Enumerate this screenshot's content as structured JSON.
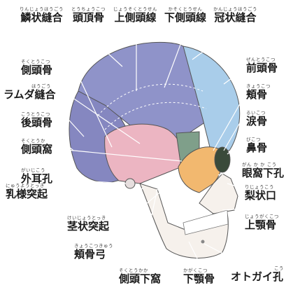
{
  "colors": {
    "parietal": "#8f93c9",
    "frontal": "#a9cdea",
    "temporal": "#ecb5c2",
    "occipital": "#8587c0",
    "sphenoid": "#7f9f8a",
    "zygomatic": "#f2b86f",
    "mandible": "#f6f1ec",
    "outline": "#555555"
  },
  "labels": {
    "lambdoid_suture": {
      "ruby": "りんじょうほうごう",
      "text": "鱗状縫合"
    },
    "parietal_bone": {
      "ruby": "とうちょうこつ",
      "text": "頭頂骨"
    },
    "superior_temporal_line": {
      "ruby": "じょうそくとうせん",
      "text": "上側頭線"
    },
    "inferior_temporal_line": {
      "ruby": "かそくとうせん",
      "text": "下側頭線"
    },
    "coronal_suture": {
      "ruby": "かんじょうほうごう",
      "text": "冠状縫合"
    },
    "temporal_bone": {
      "ruby": "そくとうこつ",
      "text": "側頭骨"
    },
    "lambda_suture": {
      "ruby": "ほうごう",
      "text": "ラムダ縫合"
    },
    "occipital_bone": {
      "ruby": "こうとうこつ",
      "text": "後頭骨"
    },
    "temporal_fossa": {
      "ruby": "そくとうか",
      "text": "側頭窩"
    },
    "external_acoustic_meatus": {
      "ruby": "がいじこう",
      "text": "外耳孔"
    },
    "mastoid_process": {
      "ruby": "にゅうようとっき",
      "text": "乳様突起"
    },
    "styloid_process": {
      "ruby": "けいじょうとっき",
      "text": "茎状突起"
    },
    "zygomatic_arch": {
      "ruby": "きょうこつきゅう",
      "text": "頬骨弓"
    },
    "infratemporal_fossa": {
      "ruby": "そくとうかか",
      "text": "側頭下窩"
    },
    "mandible": {
      "ruby": "かがくこつ",
      "text": "下顎骨"
    },
    "mental_foramen": {
      "ruby": "こう",
      "text": "オトガイ孔"
    },
    "frontal_bone": {
      "ruby": "ぜんとうこつ",
      "text": "前頭骨"
    },
    "zygomatic_bone": {
      "ruby": "きょうこつ",
      "text": "頬骨"
    },
    "lacrimal_bone": {
      "ruby": "るいこつ",
      "text": "涙骨"
    },
    "nasal_bone": {
      "ruby": "びこつ",
      "text": "鼻骨"
    },
    "infraorbital_foramen": {
      "ruby": "がん か か こう",
      "text": "眼窩下孔"
    },
    "piriform_aperture": {
      "ruby": "りじょうこう",
      "text": "梨状口"
    },
    "maxilla": {
      "ruby": "じょうがくこつ",
      "text": "上顎骨"
    }
  }
}
